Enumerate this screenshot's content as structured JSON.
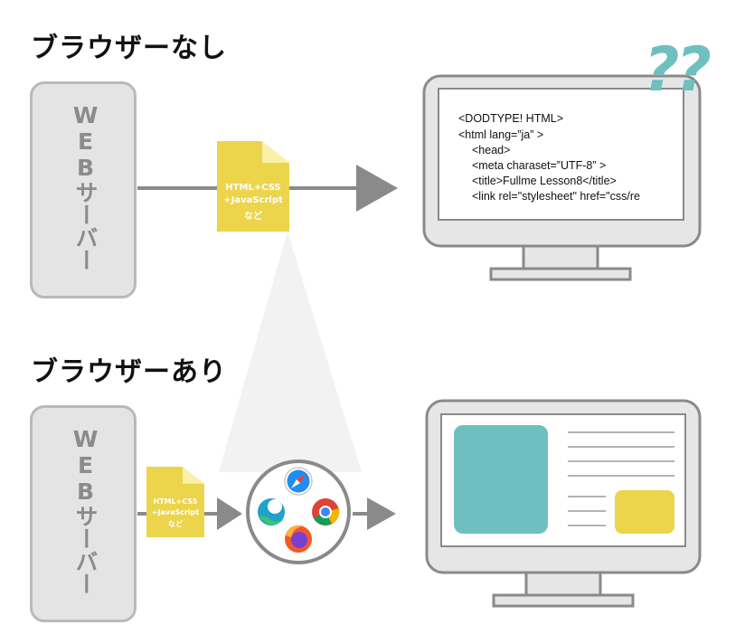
{
  "top": {
    "heading": "ブラウザーなし",
    "server_label": "WEBサーバー",
    "file_label": {
      "line1": "HTML+CSS",
      "line2": "+JavaScript",
      "line3": "など"
    },
    "question_marks": "??",
    "code_lines": [
      "<DODTYPE! HTML>",
      "<html lang=”ja” >",
      "<head>",
      "<meta charaset=”UTF-8” >",
      "<title>Fullme Lesson8</title>",
      "<link rel=\"stylesheet\" href=\"css/re"
    ]
  },
  "bottom": {
    "heading": "ブラウザーあり",
    "server_label": "WEBサーバー",
    "file_label": {
      "line1": "HTML+CSS",
      "line2": "+JavaScript",
      "line3": "など"
    },
    "browser_icons": [
      "safari-icon",
      "edge-icon",
      "chrome-icon",
      "firefox-icon"
    ]
  },
  "colors": {
    "file_yellow": "#ecd44b",
    "teal": "#6fbfc1",
    "yellow_block": "#ecd44b",
    "arrow_gray": "#8a8a8a",
    "server_gray": "#e4e4e4",
    "monitor_gray": "#e6e6e6"
  }
}
